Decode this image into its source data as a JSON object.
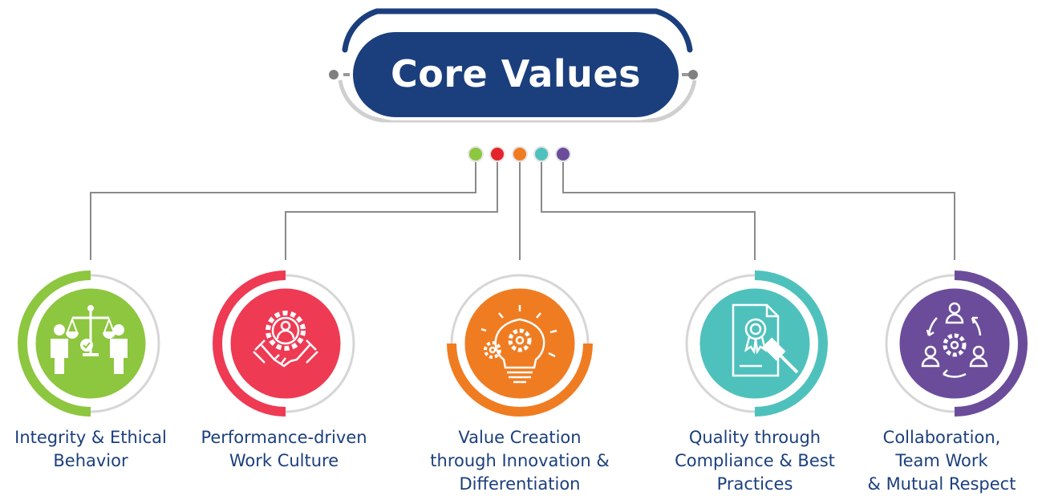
{
  "title": "Core Values",
  "values": [
    {
      "lines": [
        "Integrity & Ethical",
        "Behavior"
      ],
      "color": "#8dc63f",
      "icon": "justice-scale-people-icon"
    },
    {
      "lines": [
        "Performance-driven",
        "Work Culture"
      ],
      "color": "#ee3a53",
      "icon": "handshake-gear-icon"
    },
    {
      "lines": [
        "Value Creation",
        "through Innovation &",
        "Differentiation"
      ],
      "color": "#f07c22",
      "icon": "lightbulb-gears-icon"
    },
    {
      "lines": [
        "Quality through",
        "Compliance & Best",
        "Practices"
      ],
      "color": "#4fc1bd",
      "icon": "certificate-gavel-icon"
    },
    {
      "lines": [
        "Collaboration,",
        "Team Work",
        "& Mutual Respect"
      ],
      "color": "#6b4c9a",
      "icon": "team-cycle-gear-icon"
    }
  ],
  "colors": {
    "navy": "#1b3f7d",
    "connector_gray": "#8a8a8a",
    "ring_gray": "#d6d6d6"
  }
}
